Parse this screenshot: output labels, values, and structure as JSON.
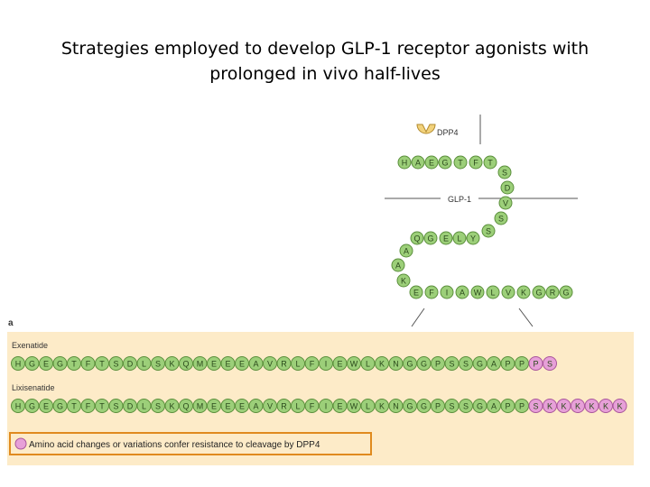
{
  "title_line1": "Strategies employed to develop GLP‑1 receptor agonists with",
  "title_line2": "prolonged in vivo half-lives",
  "enzyme_label": "DPP4",
  "glp1_label": "GLP-1",
  "glp1_sequence": [
    "H",
    "A",
    "E",
    "G",
    "T",
    "F",
    "T",
    "S",
    "D",
    "V",
    "S",
    "S",
    "Y",
    "L",
    "E",
    "G",
    "Q",
    "A",
    "A",
    "K",
    "E",
    "F",
    "I",
    "A",
    "W",
    "L",
    "V",
    "K",
    "G",
    "R",
    "G"
  ],
  "panel_letter": "a",
  "exenatide_label": "Exenatide",
  "exenatide_sequence": [
    "H",
    "G",
    "E",
    "G",
    "T",
    "F",
    "T",
    "S",
    "D",
    "L",
    "S",
    "K",
    "Q",
    "M",
    "E",
    "E",
    "E",
    "A",
    "V",
    "R",
    "L",
    "F",
    "I",
    "E",
    "W",
    "L",
    "K",
    "N",
    "G",
    "G",
    "P",
    "S",
    "S",
    "G",
    "A",
    "P",
    "P",
    "P",
    "S"
  ],
  "lixisenatide_label": "Lixisenatide",
  "lixisenatide_sequence": [
    "H",
    "G",
    "E",
    "G",
    "T",
    "F",
    "T",
    "S",
    "D",
    "L",
    "S",
    "K",
    "Q",
    "M",
    "E",
    "E",
    "E",
    "A",
    "V",
    "R",
    "L",
    "F",
    "I",
    "E",
    "W",
    "L",
    "K",
    "N",
    "G",
    "G",
    "P",
    "S",
    "S",
    "G",
    "A",
    "P",
    "P",
    "S",
    "K",
    "K",
    "K",
    "K",
    "K",
    "K"
  ],
  "legend_text": "Amino acid changes or variations confer resistance to cleavage by DPP4",
  "colors": {
    "bead_green": "#9ccf79",
    "bead_green_stroke": "#5b8f3c",
    "bead_pink": "#e7a0d8",
    "bead_pink_stroke": "#a9559b",
    "enzyme_yellow": "#f2d27c",
    "panel_bg": "#fdebc8",
    "legend_border": "#e08a1e"
  }
}
